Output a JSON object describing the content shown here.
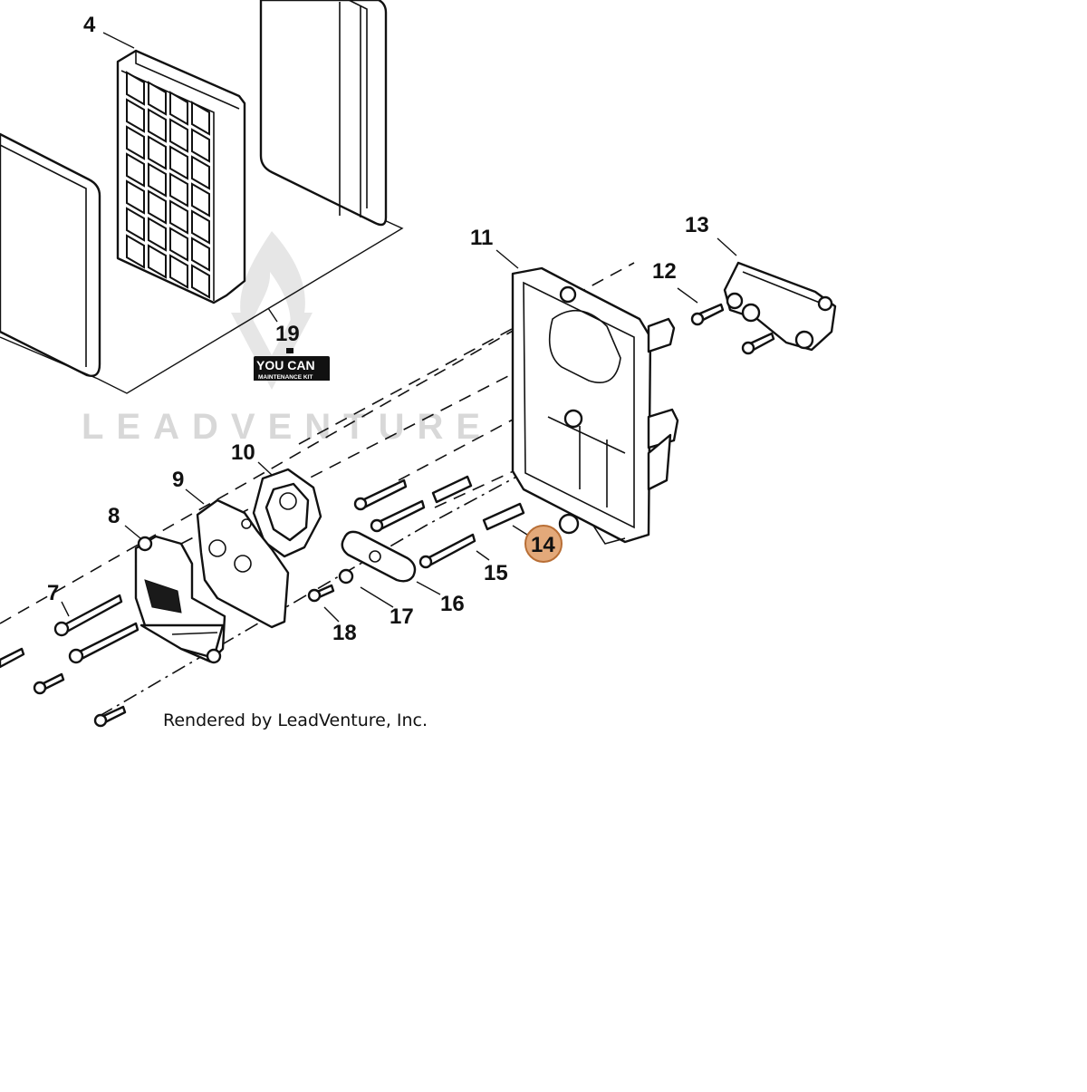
{
  "watermark": {
    "brand": "LEADVENTURE",
    "color": "#d8d8d8"
  },
  "credit": "Rendered by LeadVenture, Inc.",
  "kit_badge": {
    "line1": "YOU CAN",
    "line2": "MAINTENANCE KIT"
  },
  "highlight": {
    "label": "14",
    "fill": "#e3a97a",
    "stroke": "#b86e35"
  },
  "callouts": {
    "c4": "4",
    "c7": "7",
    "c8": "8",
    "c9": "9",
    "c10": "10",
    "c11": "11",
    "c12": "12",
    "c13": "13",
    "c15": "15",
    "c16": "16",
    "c17": "17",
    "c18": "18",
    "c19": "19"
  }
}
